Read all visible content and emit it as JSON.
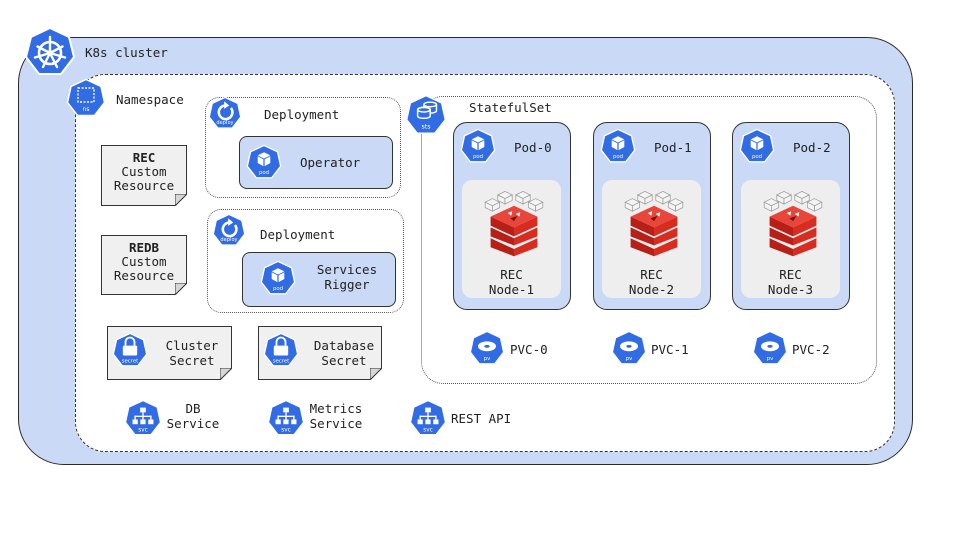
{
  "cluster": {
    "label": "K8s cluster"
  },
  "namespace": {
    "label": "Namespace",
    "icon_text": "ns"
  },
  "deployments": [
    {
      "label": "Deployment",
      "icon_text": "deploy",
      "pod_label": "Operator",
      "pod_icon_text": "pod"
    },
    {
      "label": "Deployment",
      "icon_text": "deploy",
      "pod_label_line1": "Services",
      "pod_label_line2": "Rigger",
      "pod_icon_text": "pod"
    }
  ],
  "custom_resources": [
    {
      "line1": "REC",
      "line2": "Custom",
      "line3": "Resource"
    },
    {
      "line1": "REDB",
      "line2": "Custom",
      "line3": "Resource"
    }
  ],
  "secrets": [
    {
      "line1": "Cluster",
      "line2": "Secret",
      "icon_text": "secret"
    },
    {
      "line1": "Database",
      "line2": "Secret",
      "icon_text": "secret"
    }
  ],
  "services": [
    {
      "line1": "DB",
      "line2": "Service",
      "icon_text": "svc"
    },
    {
      "line1": "Metrics",
      "line2": "Service",
      "icon_text": "svc"
    },
    {
      "line1": "REST API",
      "icon_text": "svc"
    }
  ],
  "statefulset": {
    "label": "StatefulSet",
    "icon_text": "sts",
    "pods": [
      {
        "label": "Pod-0",
        "node_line1": "REC",
        "node_line2": "Node-1",
        "pvc": "PVC-0",
        "pod_icon_text": "pod",
        "pv_icon_text": "pv"
      },
      {
        "label": "Pod-1",
        "node_line1": "REC",
        "node_line2": "Node-2",
        "pvc": "PVC-1",
        "pod_icon_text": "pod",
        "pv_icon_text": "pv"
      },
      {
        "label": "Pod-2",
        "node_line1": "REC",
        "node_line2": "Node-3",
        "pvc": "PVC-2",
        "pod_icon_text": "pod",
        "pv_icon_text": "pv"
      }
    ]
  },
  "colors": {
    "k8s_blue": "#326ce5",
    "panel_blue": "#c9d9f6",
    "redis_red": "#d82c20"
  }
}
